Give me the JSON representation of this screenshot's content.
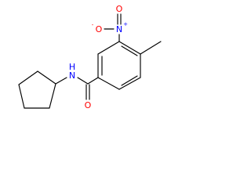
{
  "molecule": {
    "atom_labels": {
      "amide_n": "N",
      "amide_h": "H",
      "carbonyl_o": "O",
      "nitro_n": "N",
      "nitro_plus": "+",
      "nitro_o_top": "O",
      "nitro_o_left": "O",
      "nitro_minus": "-"
    },
    "colors": {
      "bond": "#000000",
      "nitrogen": "#0000ff",
      "oxygen": "#ff0000"
    }
  }
}
